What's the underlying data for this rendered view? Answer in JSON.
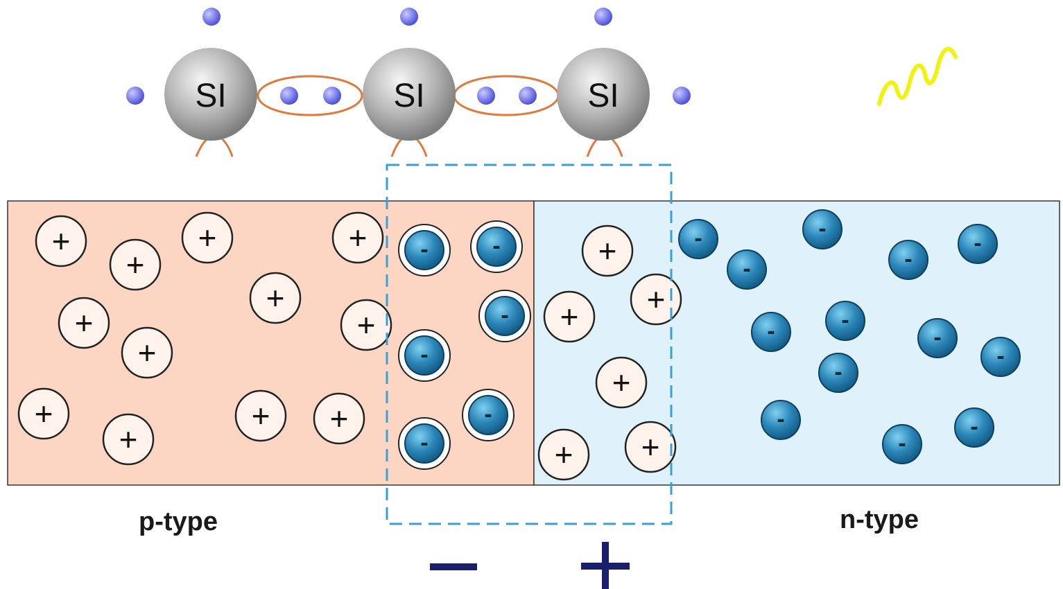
{
  "atoms": {
    "label": "SI"
  },
  "regions": {
    "p_label": "p-type",
    "n_label": "n-type",
    "p_color": "#fdd6c3",
    "n_color": "#dff1fb"
  },
  "symbols": {
    "hole": "+",
    "electron": "-",
    "negative_pole": "−",
    "positive_pole": "+"
  },
  "colors": {
    "valence_electron": "#6a6de8",
    "bond": "#e07a3c",
    "atom": "#a6a6a6",
    "depletion_border": "#3aa0d4",
    "electron_fill": "#2b86b8",
    "hole_fill": "#fff3ec",
    "photon": "#f2f20f",
    "pole": "#1a1f6b"
  },
  "icons": {
    "photon": "photon-wave-icon",
    "electron": "electron-icon",
    "hole": "hole-icon"
  }
}
